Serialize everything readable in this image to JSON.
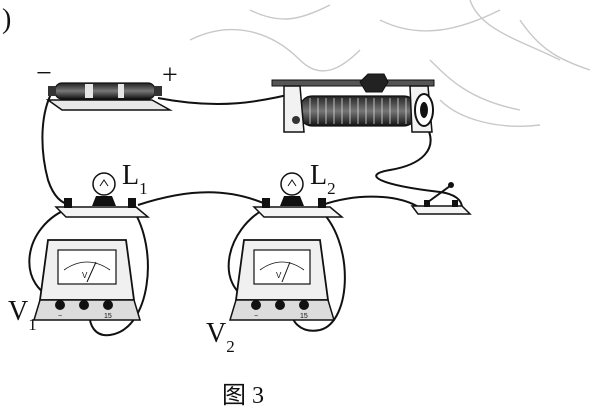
{
  "labels": {
    "paren": ")",
    "minus": "−",
    "plus": "+",
    "l1_main": "L",
    "l1_sub": "1",
    "l2_main": "L",
    "l2_sub": "2",
    "v1_main": "V",
    "v1_sub": "1",
    "v2_main": "V",
    "v2_sub": "2",
    "caption": "图 3"
  },
  "meter_text": {
    "unit": "V",
    "minus_terminal": "−",
    "range": "15"
  },
  "colors": {
    "ink": "#111111",
    "board": "#f4f4f4",
    "sketch": "#c8c8c8"
  }
}
